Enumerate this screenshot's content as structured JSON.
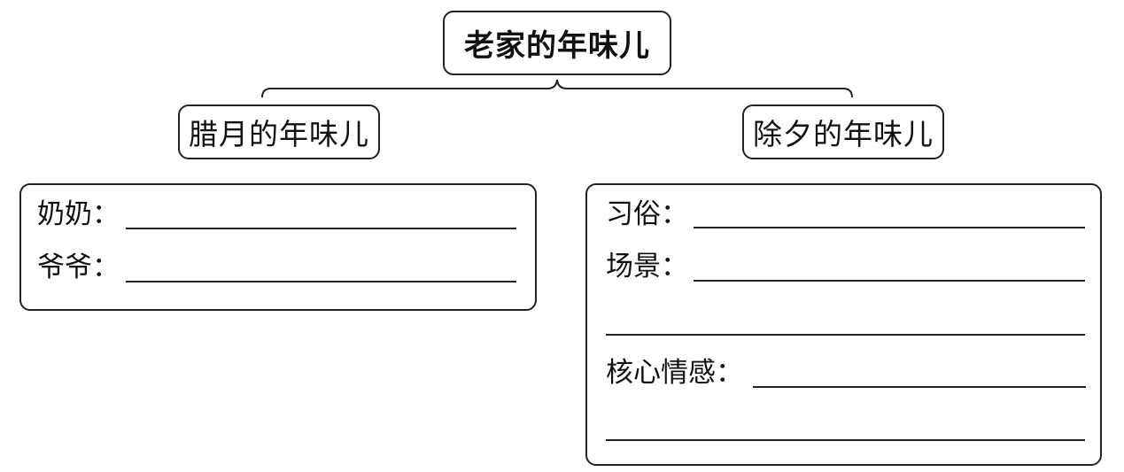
{
  "diagram": {
    "root": {
      "label": "老家的年味儿"
    },
    "branches": [
      {
        "label": "腊月的年味儿",
        "fields": [
          "奶奶：",
          "爷爷："
        ]
      },
      {
        "label": "除夕的年味儿",
        "fields": [
          "习俗：",
          "场景：",
          "核心情感："
        ]
      }
    ]
  }
}
